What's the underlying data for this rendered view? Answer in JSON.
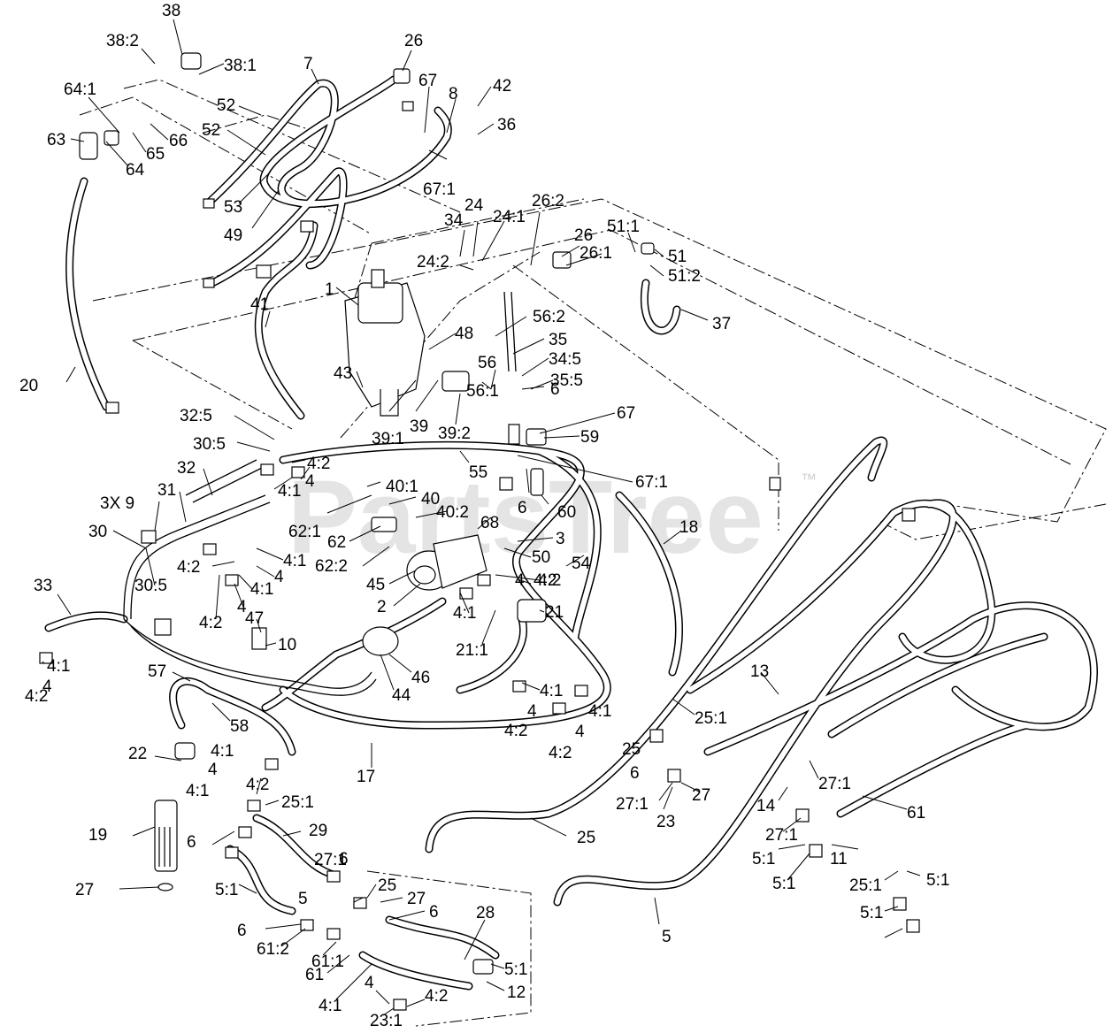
{
  "watermark": {
    "text": "PartsTree",
    "mark": "™"
  },
  "labels": [
    "38",
    "38:2",
    "38:1",
    "7",
    "26",
    "64:1",
    "67",
    "42",
    "8",
    "36",
    "63",
    "66",
    "65",
    "64",
    "52",
    "52",
    "67:1",
    "53",
    "49",
    "34",
    "24",
    "24:1",
    "26:2",
    "51:1",
    "26",
    "24:2",
    "26:1",
    "51",
    "51:2",
    "1",
    "37",
    "41",
    "56:2",
    "48",
    "35",
    "34:5",
    "56",
    "43",
    "35:5",
    "20",
    "56:1",
    "6",
    "67",
    "39",
    "39:1",
    "39:2",
    "59",
    "32:5",
    "30:5",
    "4:2",
    "55",
    "67:1",
    "32",
    "4:1",
    "4",
    "40:1",
    "40",
    "3X 9",
    "31",
    "6",
    "60",
    "62:1",
    "40:2",
    "68",
    "30",
    "3",
    "62",
    "62:2",
    "18",
    "4:2",
    "4:1",
    "50",
    "54",
    "4:2",
    "45",
    "4",
    "4:2",
    "33",
    "30:5",
    "2",
    "4",
    "4:1",
    "21",
    "4:1",
    "47",
    "4:2",
    "4",
    "21:1",
    "10",
    "4:1",
    "4",
    "57",
    "46",
    "44",
    "4:1",
    "4",
    "4:1",
    "4:2",
    "13",
    "58",
    "25:1",
    "4",
    "4:2",
    "4:2",
    "25",
    "22",
    "4:1",
    "17",
    "6",
    "27:1",
    "4",
    "4:2",
    "4:1",
    "25:1",
    "27:1",
    "27",
    "23",
    "19",
    "29",
    "25",
    "14",
    "61",
    "6",
    "27:1",
    "5:1",
    "6",
    "27:1",
    "11",
    "5:1",
    "25",
    "25:1",
    "5:1",
    "5",
    "27",
    "5:1",
    "6",
    "6",
    "5:1",
    "61:2",
    "28",
    "5",
    "61:1",
    "5:1",
    "61",
    "12",
    "4:1",
    "4:2",
    "4",
    "23:1",
    "27"
  ],
  "colors": {
    "line": "#000000",
    "watermark": "#cfcfcf"
  }
}
